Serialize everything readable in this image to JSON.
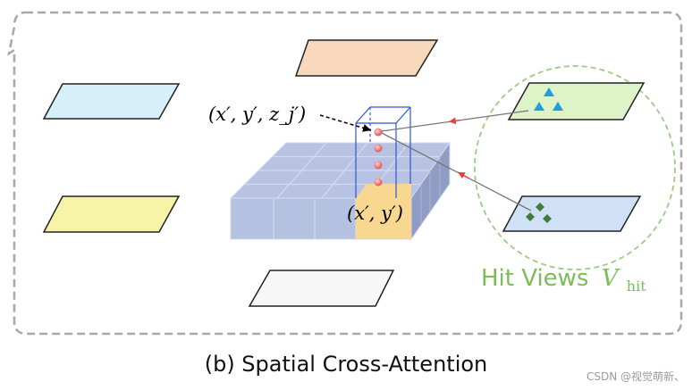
{
  "labels": {
    "query_point": "(x′, y′, z_j′)",
    "bev_point": "(x′, y′)",
    "hit_views_text": "Hit Views",
    "hit_views_symbol": "V",
    "hit_views_subscript": "hit"
  },
  "caption": "(b) Spatial Cross-Attention",
  "watermark": "CSDN @视觉萌新、",
  "colors": {
    "view_blue": "#d6effa",
    "view_orange": "#f8d8bc",
    "view_yellow": "#f7f4a8",
    "view_white": "#f7f7f7",
    "view_green": "#dcf4c8",
    "view_lightblue": "#cfe0f7",
    "grid_top": "#b8c3e3",
    "grid_front": "#b5c1e1",
    "grid_side": "#8f9cc4",
    "highlight": "#f8d890",
    "hit_circle": "#9ccc84",
    "arrow_red": "#e0423e",
    "triangle": "#1f9ee0",
    "diamond": "#3f7d3a"
  },
  "icons": {
    "hit_markers_top": "triangle-icon",
    "hit_markers_bottom": "diamond-icon"
  }
}
